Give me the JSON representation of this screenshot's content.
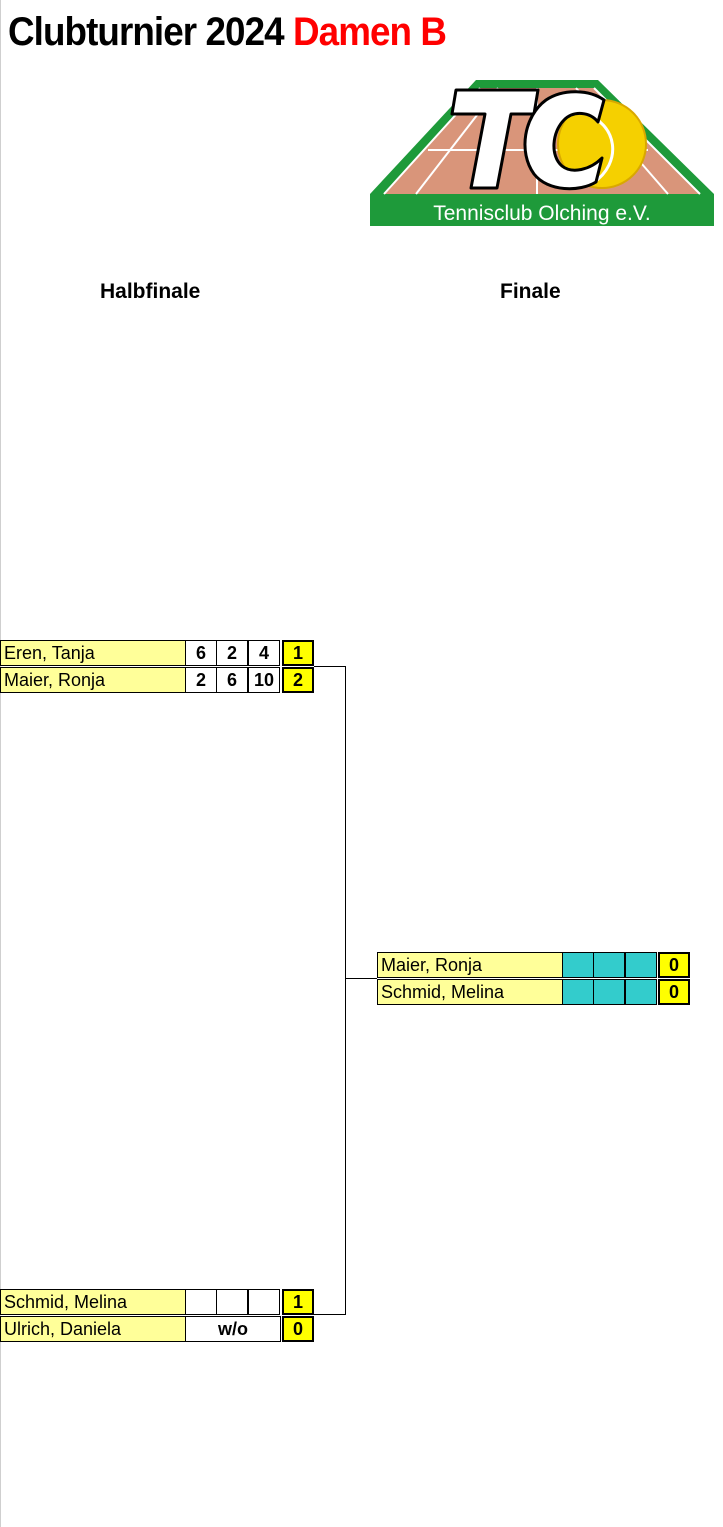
{
  "title": {
    "main": "Clubturnier 2024",
    "category": "Damen B",
    "category_color": "#ff0000"
  },
  "logo": {
    "letters": "TC",
    "club_name": "Tennisclub Olching e.V.",
    "green": "#1e9a3a",
    "court": "#d9957a",
    "ball": "#f5d000"
  },
  "rounds": {
    "semifinal": "Halbfinale",
    "final": "Finale"
  },
  "semifinal_1": {
    "player1": {
      "name": "Eren, Tanja",
      "sets": [
        "6",
        "2",
        "4"
      ],
      "result": "1"
    },
    "player2": {
      "name": "Maier, Ronja",
      "sets": [
        "2",
        "6",
        "10"
      ],
      "result": "2"
    }
  },
  "semifinal_2": {
    "player1": {
      "name": "Schmid, Melina",
      "sets": [
        "",
        "",
        ""
      ],
      "result": "1"
    },
    "player2": {
      "name": "Ulrich, Daniela",
      "walkover": "w/o",
      "result": "0"
    }
  },
  "final": {
    "player1": {
      "name": "Maier, Ronja",
      "sets": [
        "",
        "",
        ""
      ],
      "result": "0"
    },
    "player2": {
      "name": "Schmid, Melina",
      "sets": [
        "",
        "",
        ""
      ],
      "result": "0"
    }
  }
}
